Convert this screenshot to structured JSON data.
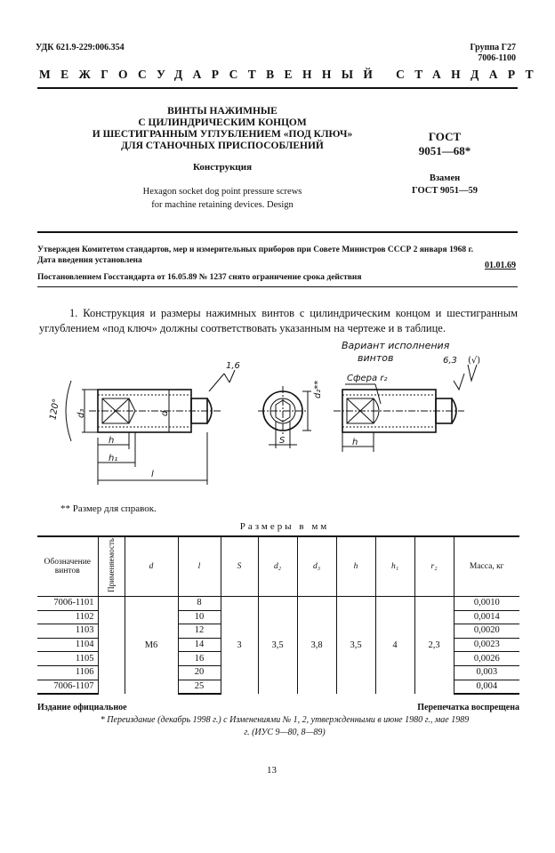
{
  "header": {
    "udk": "УДК 621.9-229:006.354",
    "group": "Группа Г27",
    "okp": "7006-1100",
    "standard_type": "МЕЖГОСУДАРСТВЕННЫЙ СТАНДАРТ"
  },
  "title": {
    "lines": [
      "ВИНТЫ НАЖИМНЫЕ",
      "С ЦИЛИНДРИЧЕСКИМ КОНЦОМ",
      "И ШЕСТИГРАННЫМ УГЛУБЛЕНИЕМ «ПОД КЛЮЧ»",
      "ДЛЯ СТАНОЧНЫХ ПРИСПОСОБЛЕНИЙ"
    ],
    "subtitle": "Конструкция",
    "english_lines": [
      "Hexagon socket dog point pressure screws",
      "for machine retaining devices. Design"
    ],
    "gost_label": "ГОСТ",
    "gost_number": "9051—68*",
    "replaces_label": "Взамен",
    "replaces_value": "ГОСТ 9051—59"
  },
  "approval": {
    "text": "Утвержден Комитетом стандартов, мер и измерительных приборов при Совете Министров СССР 2 января 1968 г.",
    "intro_label": "Дата введения установлена",
    "intro_date": "01.01.69",
    "decree": "Постановлением Госстандарта от 16.05.89 № 1237 снято ограничение срока действия"
  },
  "paragraph": "1. Конструкция и размеры нажимных винтов с цилиндрическим концом и шестигранным углублением «под ключ» должны соответствовать указанным на чертеже и в таблице.",
  "drawing": {
    "variant_line1": "Вариант исполнения",
    "variant_line2": "винтов",
    "roughness_main": "6,3",
    "roughness_paren": "(√)",
    "roughness_small": "1,6",
    "angle": "120°",
    "sphere": "Сфера r₂",
    "dim_d3": "d₃",
    "dim_d": "d",
    "dim_h": "h",
    "dim_h1": "h₁",
    "dim_l": "l",
    "dim_S": "S",
    "dim_d2": "d₂**"
  },
  "footnote": "** Размер для справок.",
  "table": {
    "caption": "Размеры в мм",
    "headers": [
      "Обозначение винтов",
      "Применяемость",
      "d",
      "l",
      "S",
      "d₂",
      "d₃",
      "h",
      "h₁",
      "r₂",
      "Масса, кг"
    ],
    "designations": [
      "7006-1101",
      "1102",
      "1103",
      "1104",
      "1105",
      "1106",
      "7006-1107"
    ],
    "lengths": [
      "8",
      "10",
      "12",
      "14",
      "16",
      "20",
      "25"
    ],
    "masses": [
      "0,0010",
      "0,0014",
      "0,0020",
      "0,0023",
      "0,0026",
      "0,003",
      "0,004"
    ],
    "d": "М6",
    "S": "3",
    "d2": "3,5",
    "d3": "3,8",
    "h": "3,5",
    "h1": "4",
    "r2": "2,3"
  },
  "footer": {
    "edition": "Издание официальное",
    "reprint": "Перепечатка воспрещена",
    "reissue": "* Переиздание (декабрь 1998 г.) с Изменениями № 1, 2, утвержденными в июне 1980 г., мае 1989 г. (ИУС 9—80, 8—89)",
    "page_number": "13"
  }
}
